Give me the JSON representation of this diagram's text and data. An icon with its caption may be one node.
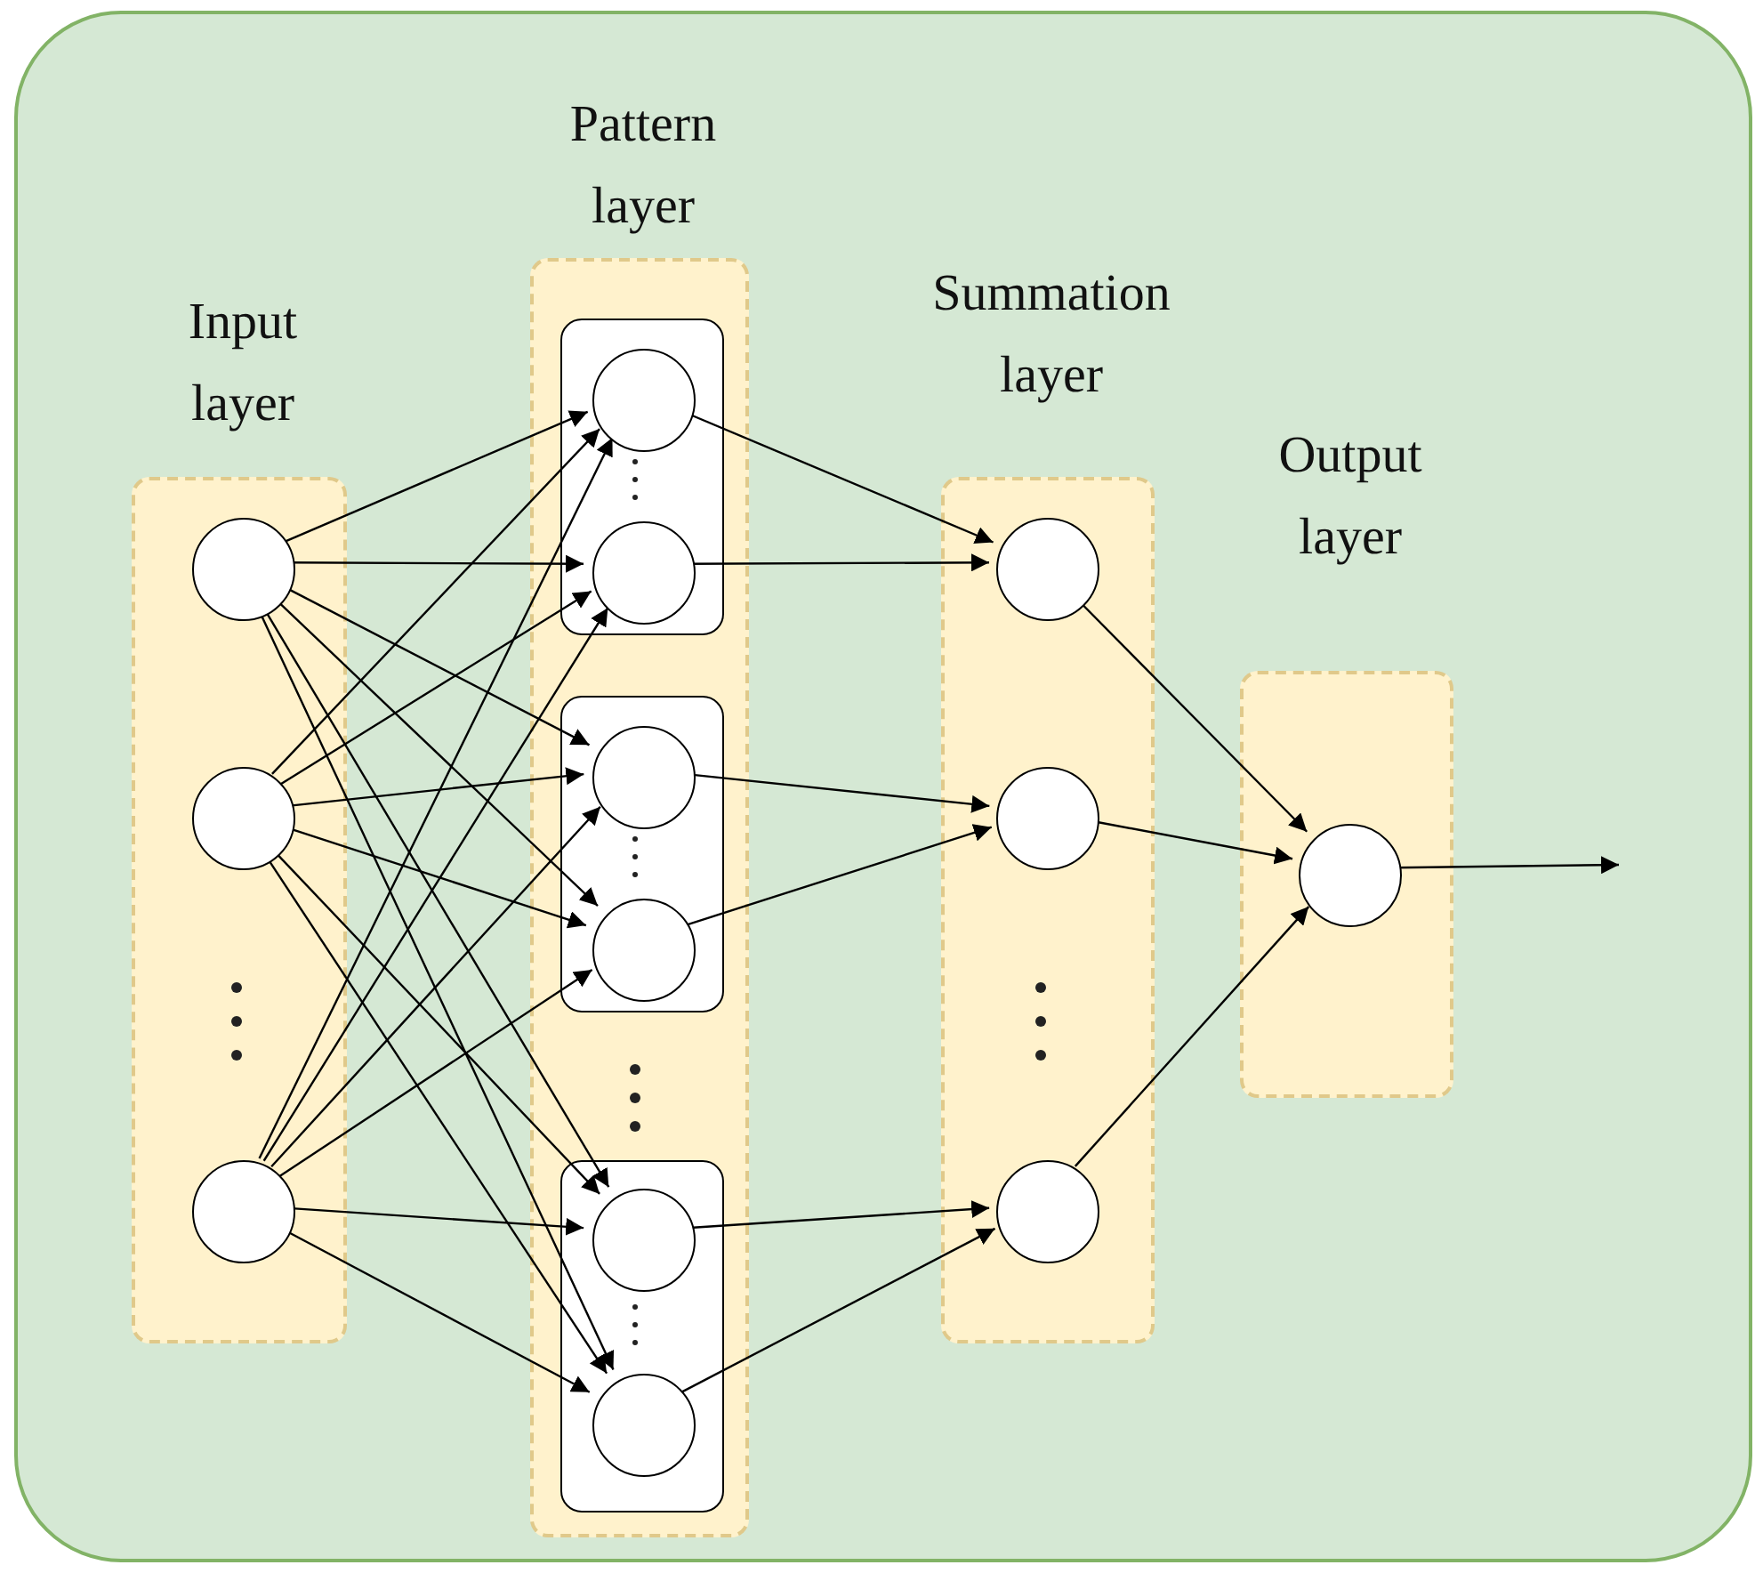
{
  "diagram": {
    "nodes": [
      {
        "text": [],
        "shape": "box"
      },
      {
        "text": [
          "Input layer"
        ],
        "in": 0
      },
      {
        "text": [],
        "shape": "circle",
        "in": 1
      },
      {
        "text": [],
        "shape": "circle",
        "in": 1
      },
      {
        "text": [],
        "shape": "circle",
        "in": 1
      },
      {
        "text": [
          "Pattern layer"
        ],
        "in": 0
      },
      {
        "text": [],
        "shape": "box",
        "in": 5
      },
      {
        "text": [],
        "shape": "circle",
        "in": 6
      },
      {
        "text": [],
        "shape": "circle",
        "in": 6
      },
      {
        "text": [],
        "shape": "box",
        "in": 5
      },
      {
        "text": [],
        "shape": "circle",
        "in": 9
      },
      {
        "text": [],
        "shape": "circle",
        "in": 9
      },
      {
        "text": [],
        "shape": "box",
        "in": 5
      },
      {
        "text": [],
        "shape": "circle",
        "in": 12
      },
      {
        "text": [],
        "shape": "circle",
        "in": 12
      },
      {
        "text": [
          "Summation layer"
        ],
        "in": 0
      },
      {
        "text": [],
        "shape": "circle",
        "in": 15
      },
      {
        "text": [],
        "shape": "circle",
        "in": 15
      },
      {
        "text": [],
        "shape": "circle",
        "in": 15
      },
      {
        "text": [
          "Output layer"
        ],
        "in": 0
      },
      {
        "text": [],
        "shape": "circle",
        "in": 19
      }
    ],
    "edges": [
      {
        "from": 2,
        "to": 7,
        "arrow": "to"
      },
      {
        "from": 2,
        "to": 8,
        "arrow": "to"
      },
      {
        "from": 2,
        "to": 10,
        "arrow": "to"
      },
      {
        "from": 2,
        "to": 11,
        "arrow": "to"
      },
      {
        "from": 2,
        "to": 13,
        "arrow": "to"
      },
      {
        "from": 2,
        "to": 14,
        "arrow": "to"
      },
      {
        "from": 3,
        "to": 7,
        "arrow": "to"
      },
      {
        "from": 3,
        "to": 8,
        "arrow": "to"
      },
      {
        "from": 3,
        "to": 10,
        "arrow": "to"
      },
      {
        "from": 3,
        "to": 11,
        "arrow": "to"
      },
      {
        "from": 3,
        "to": 13,
        "arrow": "to"
      },
      {
        "from": 3,
        "to": 14,
        "arrow": "to"
      },
      {
        "from": 4,
        "to": 7,
        "arrow": "to"
      },
      {
        "from": 4,
        "to": 8,
        "arrow": "to"
      },
      {
        "from": 4,
        "to": 10,
        "arrow": "to"
      },
      {
        "from": 4,
        "to": 11,
        "arrow": "to"
      },
      {
        "from": 4,
        "to": 13,
        "arrow": "to"
      },
      {
        "from": 4,
        "to": 14,
        "arrow": "to"
      },
      {
        "from": 7,
        "to": 16,
        "arrow": "to"
      },
      {
        "from": 8,
        "to": 16,
        "arrow": "to"
      },
      {
        "from": 10,
        "to": 17,
        "arrow": "to"
      },
      {
        "from": 11,
        "to": 17,
        "arrow": "to"
      },
      {
        "from": 13,
        "to": 18,
        "arrow": "to"
      },
      {
        "from": 14,
        "to": 18,
        "arrow": "to"
      },
      {
        "from": 16,
        "to": 20,
        "arrow": "to"
      },
      {
        "from": 17,
        "to": 20,
        "arrow": "to"
      },
      {
        "from": 18,
        "to": 20,
        "arrow": "to"
      },
      {
        "from": 20,
        "to": null,
        "arrow": "to"
      }
    ]
  }
}
